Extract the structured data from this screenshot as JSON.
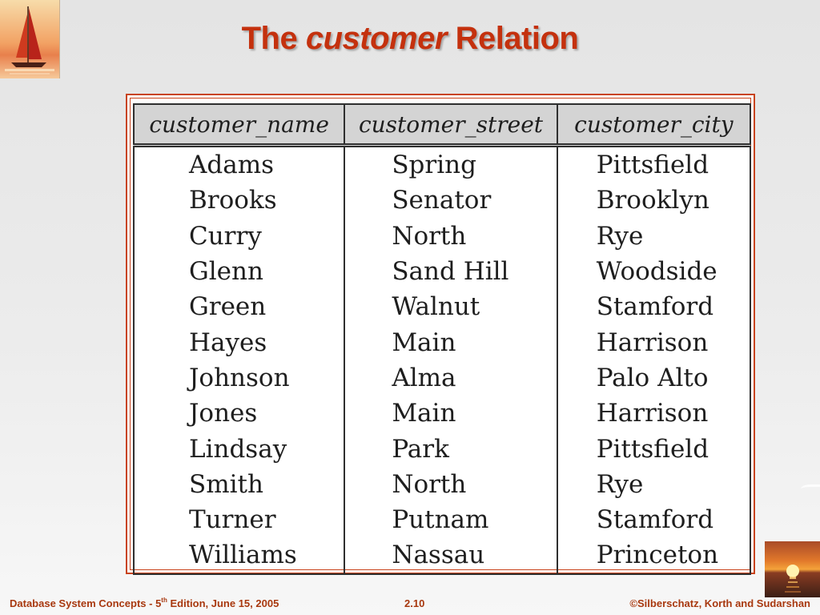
{
  "logo": {
    "icon": "sailboat-icon"
  },
  "title": {
    "part1": "The",
    "emphasis": "customer",
    "part2": "Relation"
  },
  "table": {
    "columns": [
      "customer_name",
      "customer_street",
      "customer_city"
    ],
    "rows": [
      [
        "Adams",
        "Spring",
        "Pittsfield"
      ],
      [
        "Brooks",
        "Senator",
        "Brooklyn"
      ],
      [
        "Curry",
        "North",
        "Rye"
      ],
      [
        "Glenn",
        "Sand Hill",
        "Woodside"
      ],
      [
        "Green",
        "Walnut",
        "Stamford"
      ],
      [
        "Hayes",
        "Main",
        "Harrison"
      ],
      [
        "Johnson",
        "Alma",
        "Palo Alto"
      ],
      [
        "Jones",
        "Main",
        "Harrison"
      ],
      [
        "Lindsay",
        "Park",
        "Pittsfield"
      ],
      [
        "Smith",
        "North",
        "Rye"
      ],
      [
        "Turner",
        "Putnam",
        "Stamford"
      ],
      [
        "Williams",
        "Nassau",
        "Princeton"
      ]
    ]
  },
  "decoration": {
    "icon": "sunset-icon"
  },
  "footer": {
    "left_prefix": "Database System Concepts - 5",
    "left_sup": "th",
    "left_suffix": " Edition, June 15,  2005",
    "center": "2.10",
    "right": "©Silberschatz, Korth and Sudarshan"
  },
  "colors": {
    "title": "#c4310e",
    "footer": "#a8380f",
    "table_border": "#c8431b",
    "header_bg": "#d4d4d4"
  }
}
